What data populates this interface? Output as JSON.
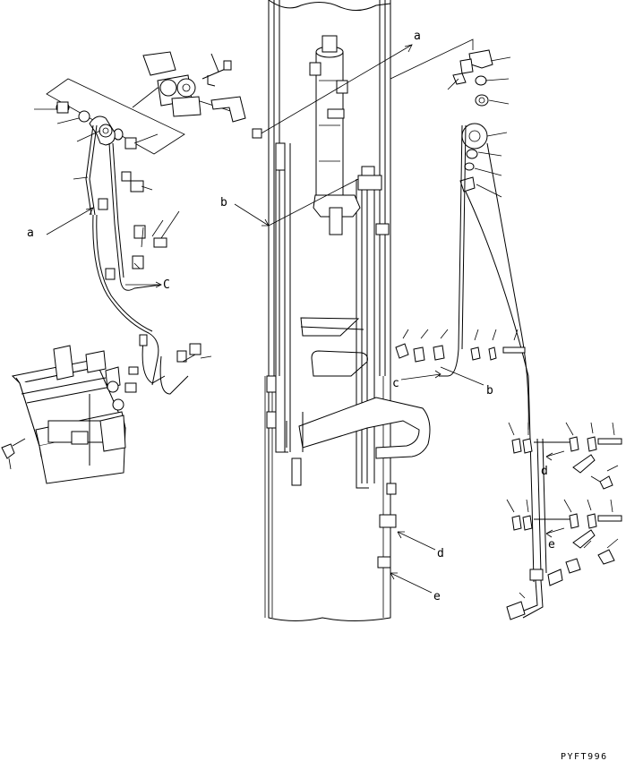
{
  "callouts": {
    "a_left": "a",
    "a_top": "a",
    "b_left": "b",
    "b_right": "b",
    "c_left": "C",
    "c_right": "c",
    "d": "d",
    "e": "e"
  },
  "drawing_code": "PYFT996"
}
